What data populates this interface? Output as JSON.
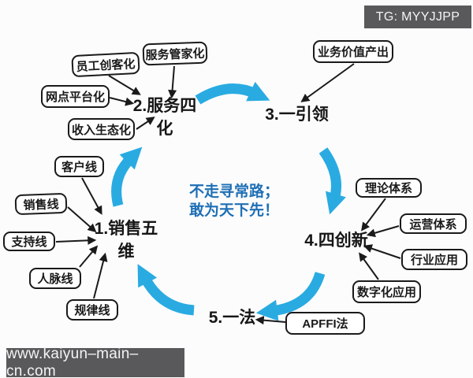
{
  "badges": {
    "telegram": "TG: MYYJJPP",
    "website": "www.kaiyun–main–cn.com"
  },
  "motto": {
    "line1": "不走寻常路；",
    "line2": "敢为天下先！"
  },
  "nodes": [
    {
      "label": "1.销售五维",
      "line1": "1.销售五",
      "line2": "维"
    },
    {
      "label": "2.服务四化",
      "line1": "2.服务四",
      "line2": "化"
    },
    {
      "label": "3.一引领"
    },
    {
      "label": "4.四创新"
    },
    {
      "label": "5.一法"
    }
  ],
  "callouts": {
    "node1": [
      "客户线",
      "销售线",
      "支持线",
      "人脉线",
      "规律线"
    ],
    "node2": [
      "服务管家化",
      "员工创客化",
      "网点平台化",
      "收入生态化"
    ],
    "node3": [
      "业务价值产出"
    ],
    "node4": [
      "理论体系",
      "运营体系",
      "行业应用",
      "数字化应用"
    ],
    "node5": [
      "APFFI法"
    ]
  },
  "colors": {
    "cycle_arrow": "#29abe2",
    "motto_text": "#1e6fb5",
    "badge_bg": "#59595b",
    "box_border": "#1a1a1a"
  }
}
